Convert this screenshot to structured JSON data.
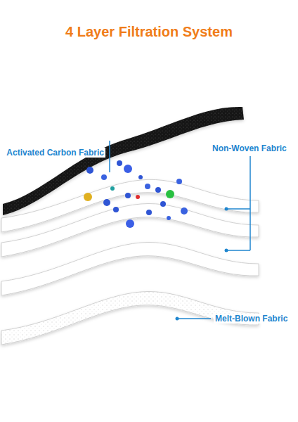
{
  "diagram": {
    "title": "4 Layer Filtration System",
    "labels": [
      "Activated Carbon Fabric",
      "Non-Woven Fabric",
      "Melt-Blown Fabric"
    ]
  }
}
